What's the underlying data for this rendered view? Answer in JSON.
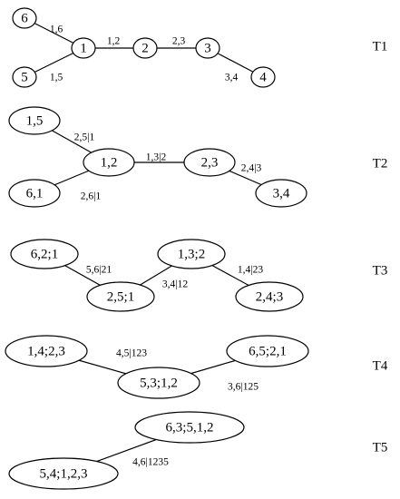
{
  "trees": [
    {
      "label": "T1",
      "nodes": [
        {
          "id": "n6",
          "text": "6"
        },
        {
          "id": "n5",
          "text": "5"
        },
        {
          "id": "n1",
          "text": "1"
        },
        {
          "id": "n2",
          "text": "2"
        },
        {
          "id": "n3",
          "text": "3"
        },
        {
          "id": "n4",
          "text": "4"
        }
      ],
      "edges": [
        {
          "from": "n6",
          "to": "n1",
          "label": "1,6"
        },
        {
          "from": "n5",
          "to": "n1",
          "label": "1,5"
        },
        {
          "from": "n1",
          "to": "n2",
          "label": "1,2"
        },
        {
          "from": "n2",
          "to": "n3",
          "label": "2,3"
        },
        {
          "from": "n3",
          "to": "n4",
          "label": "3,4"
        }
      ]
    },
    {
      "label": "T2",
      "nodes": [
        {
          "id": "a",
          "text": "1,5"
        },
        {
          "id": "b",
          "text": "1,2"
        },
        {
          "id": "c",
          "text": "6,1"
        },
        {
          "id": "d",
          "text": "2,3"
        },
        {
          "id": "e",
          "text": "3,4"
        }
      ],
      "edges": [
        {
          "from": "a",
          "to": "b",
          "label": "2,5|1"
        },
        {
          "from": "c",
          "to": "b",
          "label": "2,6|1"
        },
        {
          "from": "b",
          "to": "d",
          "label": "1,3|2"
        },
        {
          "from": "d",
          "to": "e",
          "label": "2,4|3"
        }
      ]
    },
    {
      "label": "T3",
      "nodes": [
        {
          "id": "a",
          "text": "6,2;1"
        },
        {
          "id": "b",
          "text": "2,5;1"
        },
        {
          "id": "c",
          "text": "1,3;2"
        },
        {
          "id": "d",
          "text": "2,4;3"
        }
      ],
      "edges": [
        {
          "from": "a",
          "to": "b",
          "label": "5,6|21"
        },
        {
          "from": "b",
          "to": "c",
          "label": "3,4|12"
        },
        {
          "from": "c",
          "to": "d",
          "label": "1,4|23"
        }
      ]
    },
    {
      "label": "T4",
      "nodes": [
        {
          "id": "a",
          "text": "1,4;2,3"
        },
        {
          "id": "b",
          "text": "5,3;1,2"
        },
        {
          "id": "c",
          "text": "6,5;2,1"
        }
      ],
      "edges": [
        {
          "from": "a",
          "to": "b",
          "label": "4,5|123"
        },
        {
          "from": "b",
          "to": "c",
          "label": "3,6|125"
        }
      ]
    },
    {
      "label": "T5",
      "nodes": [
        {
          "id": "a",
          "text": "6,3;5,1,2"
        },
        {
          "id": "b",
          "text": "5,4;1,2,3"
        }
      ],
      "edges": [
        {
          "from": "a",
          "to": "b",
          "label": "4,6|1235"
        }
      ]
    }
  ]
}
